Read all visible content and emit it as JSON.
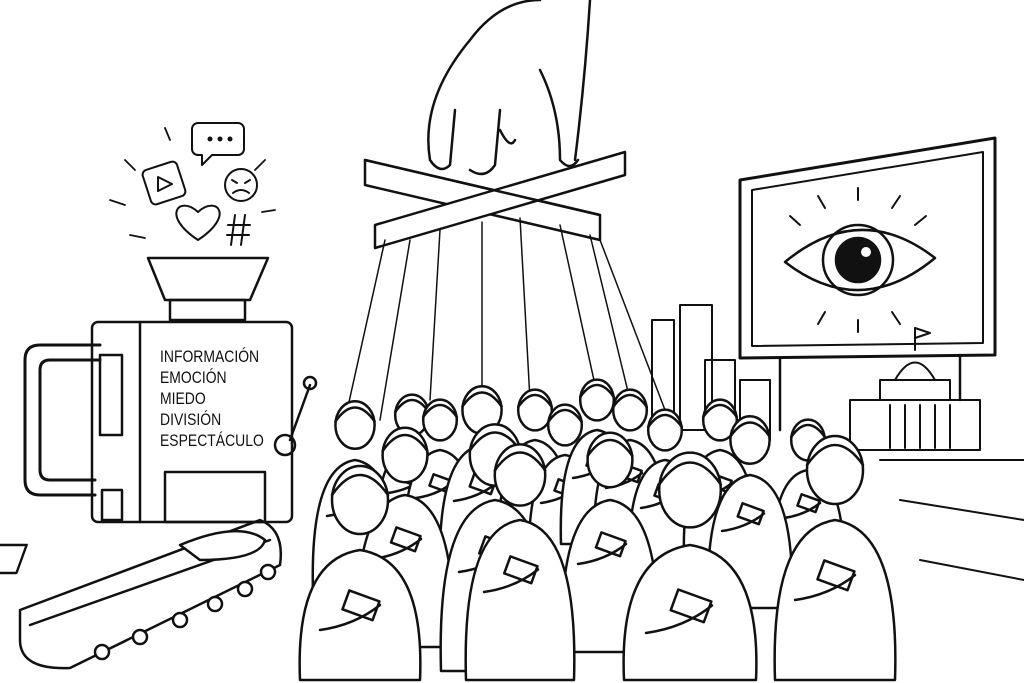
{
  "machine": {
    "labels": [
      "INFORMACIÓN",
      "EMOCIÓN",
      "MIEDO",
      "DIVISIÓN",
      "ESPECTÁCULO"
    ]
  },
  "colors": {
    "ink": "#111111",
    "paper": "#ffffff"
  }
}
